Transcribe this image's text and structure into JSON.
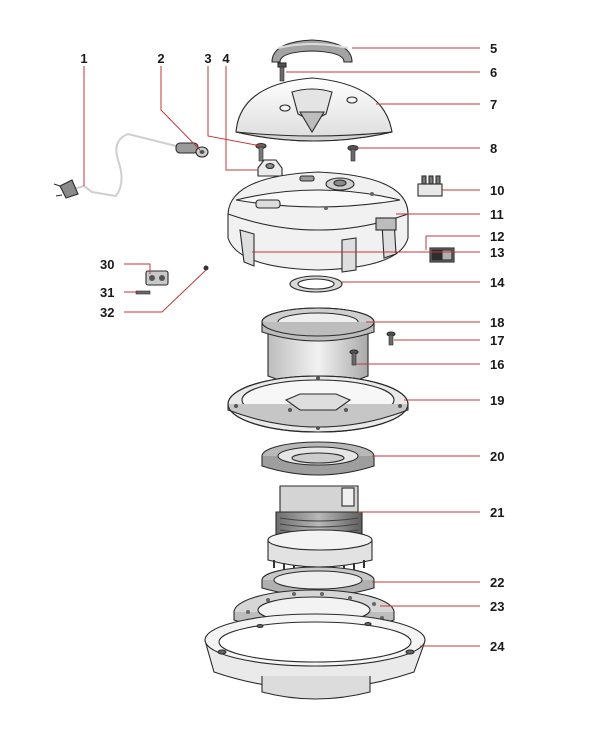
{
  "diagram": {
    "type": "exploded-parts-view",
    "colors": {
      "leader": "#c23a3a",
      "part_outline": "#2a2a2a",
      "part_fill_light": "#eeeeee",
      "part_fill_mid": "#d4d4d4",
      "part_fill_dark": "#8c8c8c",
      "label_text": "#1a1a1a"
    },
    "callouts": [
      {
        "id": "1",
        "label": "1"
      },
      {
        "id": "2",
        "label": "2"
      },
      {
        "id": "3",
        "label": "3"
      },
      {
        "id": "4",
        "label": "4"
      },
      {
        "id": "5",
        "label": "5"
      },
      {
        "id": "6",
        "label": "6"
      },
      {
        "id": "7",
        "label": "7"
      },
      {
        "id": "8",
        "label": "8"
      },
      {
        "id": "10",
        "label": "10"
      },
      {
        "id": "11",
        "label": "11"
      },
      {
        "id": "12",
        "label": "12"
      },
      {
        "id": "13",
        "label": "13"
      },
      {
        "id": "14",
        "label": "14"
      },
      {
        "id": "16",
        "label": "16"
      },
      {
        "id": "17",
        "label": "17"
      },
      {
        "id": "18",
        "label": "18"
      },
      {
        "id": "19",
        "label": "19"
      },
      {
        "id": "20",
        "label": "20"
      },
      {
        "id": "21",
        "label": "21"
      },
      {
        "id": "22",
        "label": "22"
      },
      {
        "id": "23",
        "label": "23"
      },
      {
        "id": "24",
        "label": "24"
      },
      {
        "id": "30",
        "label": "30"
      },
      {
        "id": "31",
        "label": "31"
      },
      {
        "id": "32",
        "label": "32"
      }
    ]
  }
}
